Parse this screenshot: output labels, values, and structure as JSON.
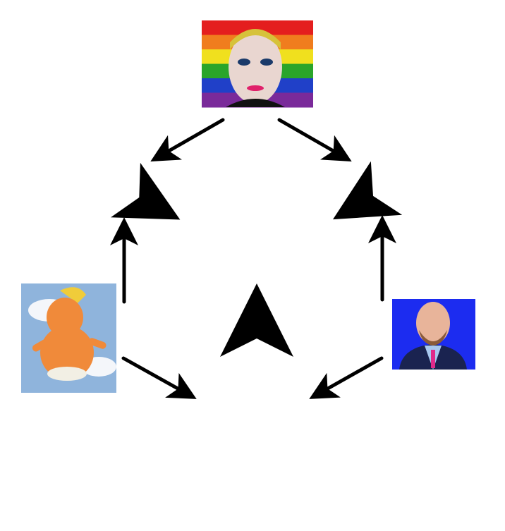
{
  "colors": {
    "background": "#ffffff",
    "arrow": "#000000",
    "rainbow": [
      "#e41e1e",
      "#f07d1e",
      "#f0e01e",
      "#2aa52a",
      "#2040c8",
      "#7a2a9a"
    ],
    "sky": "#8fb4dc",
    "balloon": "#f08a3a",
    "studio_blue": "#1c2cf0",
    "skin": "#e8b49a",
    "suit": "#1a2350"
  },
  "nodes": [
    {
      "id": "top-image",
      "icon": "portrait-on-rainbow-flag"
    },
    {
      "id": "left-image",
      "icon": "orange-balloon-in-sky"
    },
    {
      "id": "right-image",
      "icon": "portrait-on-blue-background"
    }
  ]
}
